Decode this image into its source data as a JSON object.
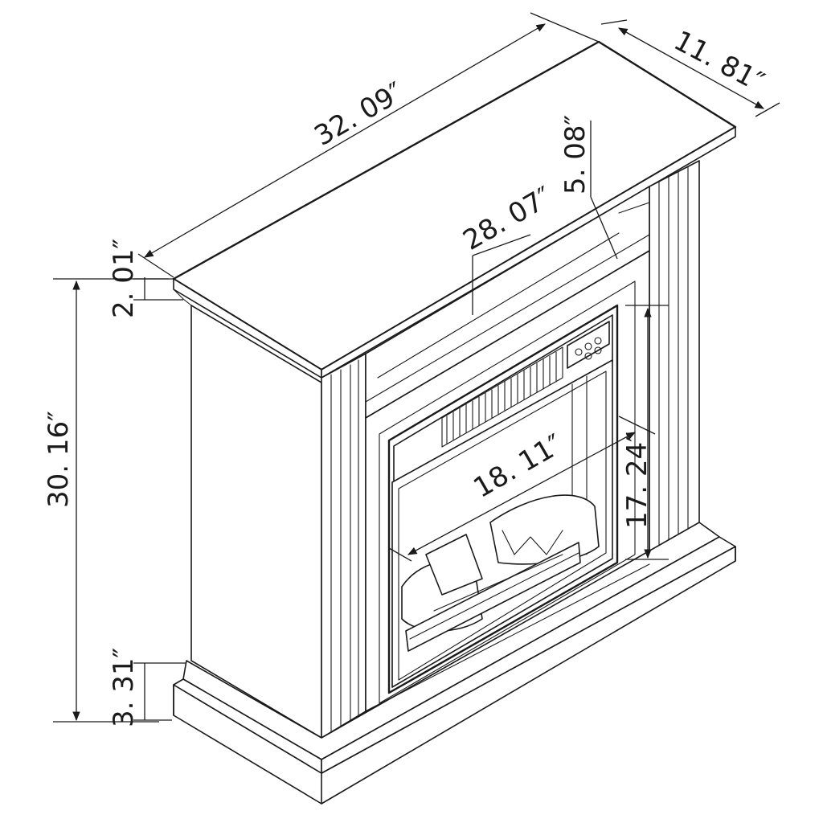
{
  "diagram": {
    "dimensions": {
      "overall_width": "32. 09″",
      "overall_depth": "11. 81″",
      "overall_height": "30. 16″",
      "top_thickness": "2. 01″",
      "base_height": "3. 31″",
      "inner_opening_width": "28. 07″",
      "inner_opening_depth": "5. 08″",
      "firebox_width": "18. 11″",
      "firebox_height": "17. 24″"
    },
    "colors": {
      "line": "#1a1a1a",
      "background": "#ffffff"
    }
  }
}
